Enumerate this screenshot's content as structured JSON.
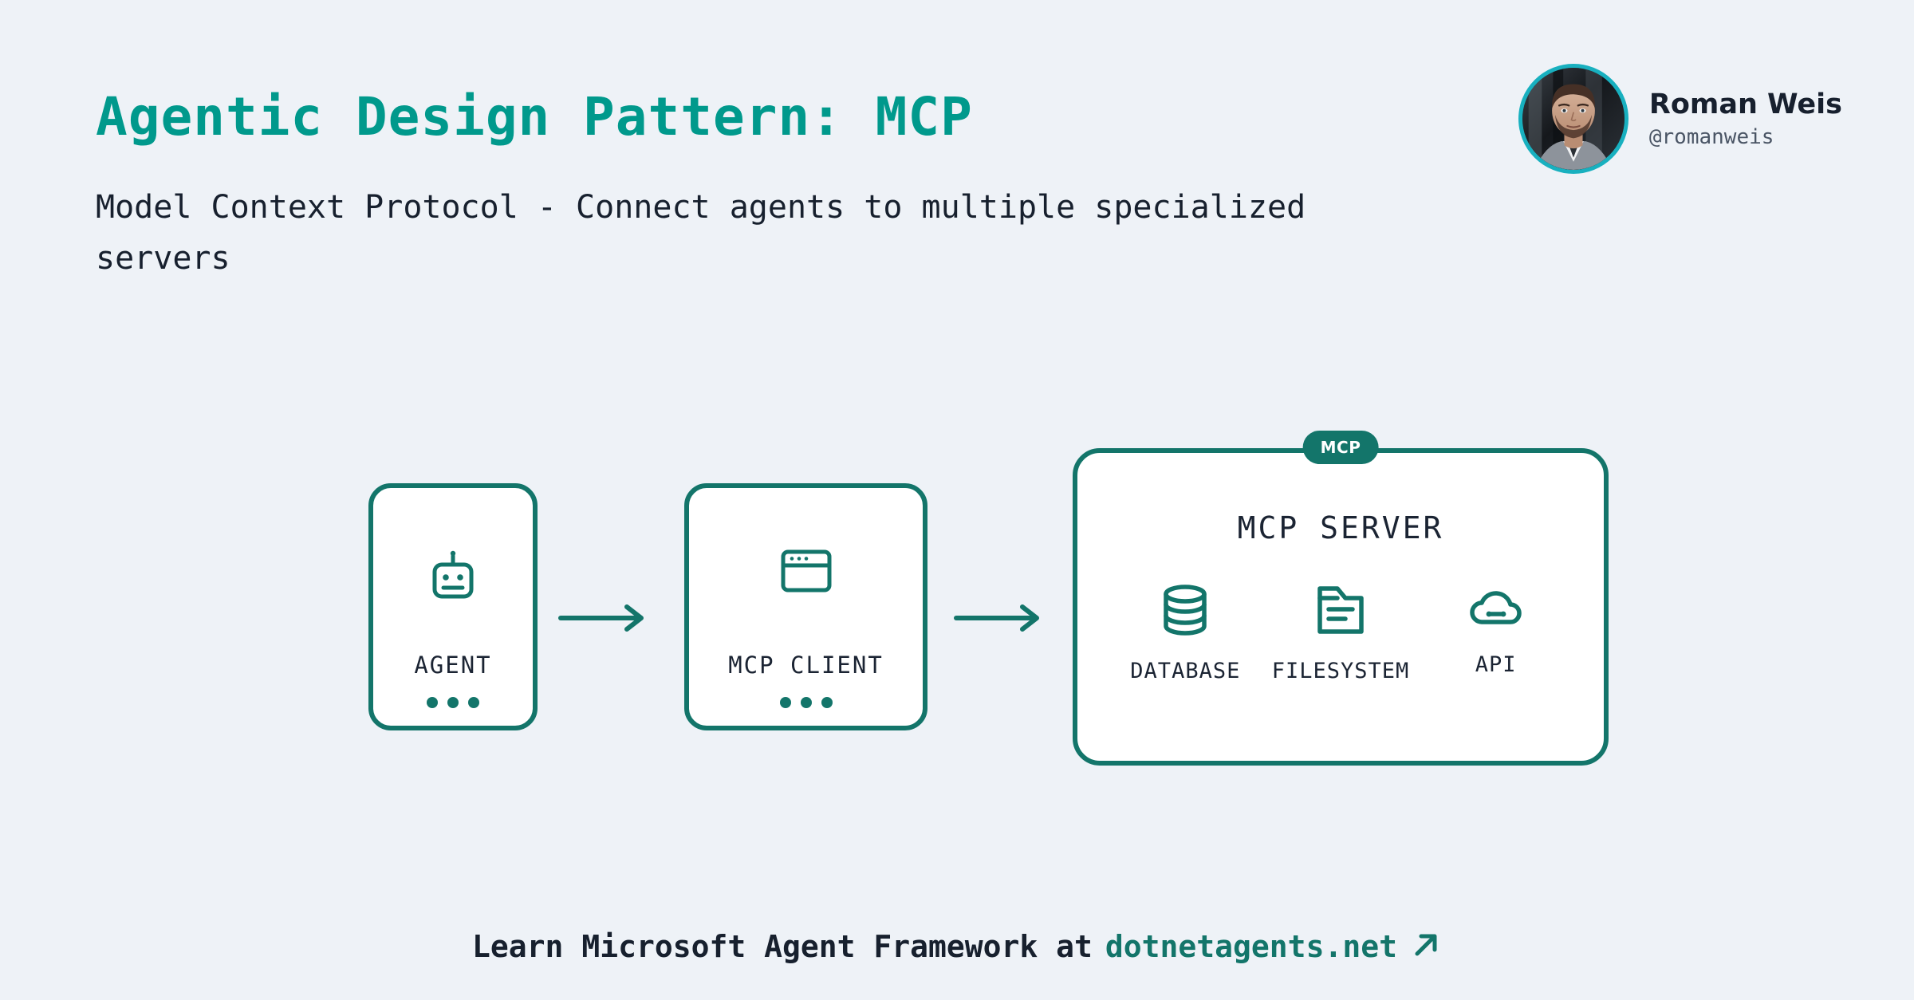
{
  "slide": {
    "background_color": "#eef2f7",
    "title": "Agentic Design Pattern: MCP",
    "title_color": "#00998c",
    "subtitle": "Model Context Protocol - Connect agents to multiple specialized servers",
    "subtitle_color": "#17202e"
  },
  "author": {
    "name": "Roman Weis",
    "handle": "@romanweis",
    "avatar_ring_color": "#18b0bf"
  },
  "diagram": {
    "accent_color": "#13756a",
    "nodes": [
      {
        "label": "AGENT",
        "icon": "robot-icon",
        "has_dots": true
      },
      {
        "label": "MCP CLIENT",
        "icon": "browser-window-icon",
        "has_dots": true
      }
    ],
    "arrows": [
      {
        "name": "arrow-agent-to-client"
      },
      {
        "name": "arrow-client-to-server"
      }
    ],
    "server": {
      "badge": "MCP",
      "title": "MCP SERVER",
      "capabilities": [
        {
          "label": "DATABASE",
          "icon": "database-icon"
        },
        {
          "label": "FILESYSTEM",
          "icon": "folder-document-icon"
        },
        {
          "label": "API",
          "icon": "cloud-icon"
        }
      ]
    }
  },
  "footer": {
    "text": "Learn Microsoft Agent Framework at",
    "link": "dotnetagents.net",
    "link_color": "#13756a",
    "external_icon": "external-link-arrow-icon"
  }
}
